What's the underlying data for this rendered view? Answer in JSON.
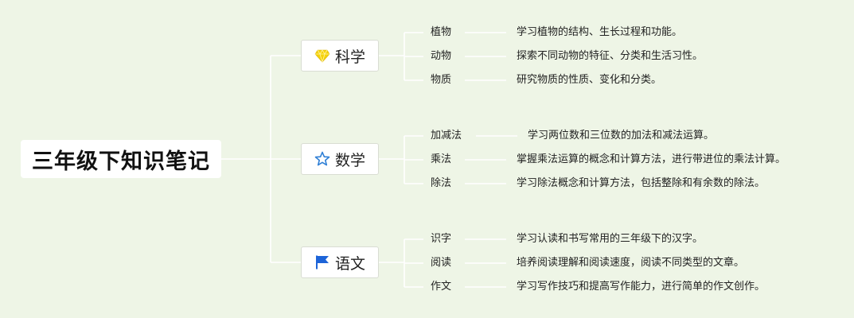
{
  "root": {
    "label": "三年级下知识笔记"
  },
  "branches": [
    {
      "label": "科学",
      "icon": "diamond-icon",
      "icon_color": "#f5d20a",
      "leaves": [
        {
          "label": "植物",
          "description": "学习植物的结构、生长过程和功能。"
        },
        {
          "label": "动物",
          "description": "探索不同动物的特征、分类和生活习性。"
        },
        {
          "label": "物质",
          "description": "研究物质的性质、变化和分类。"
        }
      ]
    },
    {
      "label": "数学",
      "icon": "star-outline-icon",
      "icon_color": "#2f7fd6",
      "leaves": [
        {
          "label": "加减法",
          "description": "学习两位数和三位数的加法和减法运算。"
        },
        {
          "label": "乘法",
          "description": "掌握乘法运算的概念和计算方法，进行带进位的乘法计算。"
        },
        {
          "label": "除法",
          "description": "学习除法概念和计算方法，包括整除和有余数的除法。"
        }
      ]
    },
    {
      "label": "语文",
      "icon": "flag-icon",
      "icon_color": "#1d64d8",
      "leaves": [
        {
          "label": "识字",
          "description": "学习认读和书写常用的三年级下的汉字。"
        },
        {
          "label": "阅读",
          "description": "培养阅读理解和阅读速度，阅读不同类型的文章。"
        },
        {
          "label": "作文",
          "description": "学习写作技巧和提高写作能力，进行简单的作文创作。"
        }
      ]
    }
  ],
  "colors": {
    "background": "#eef5e6",
    "connector": "#ffffff"
  }
}
